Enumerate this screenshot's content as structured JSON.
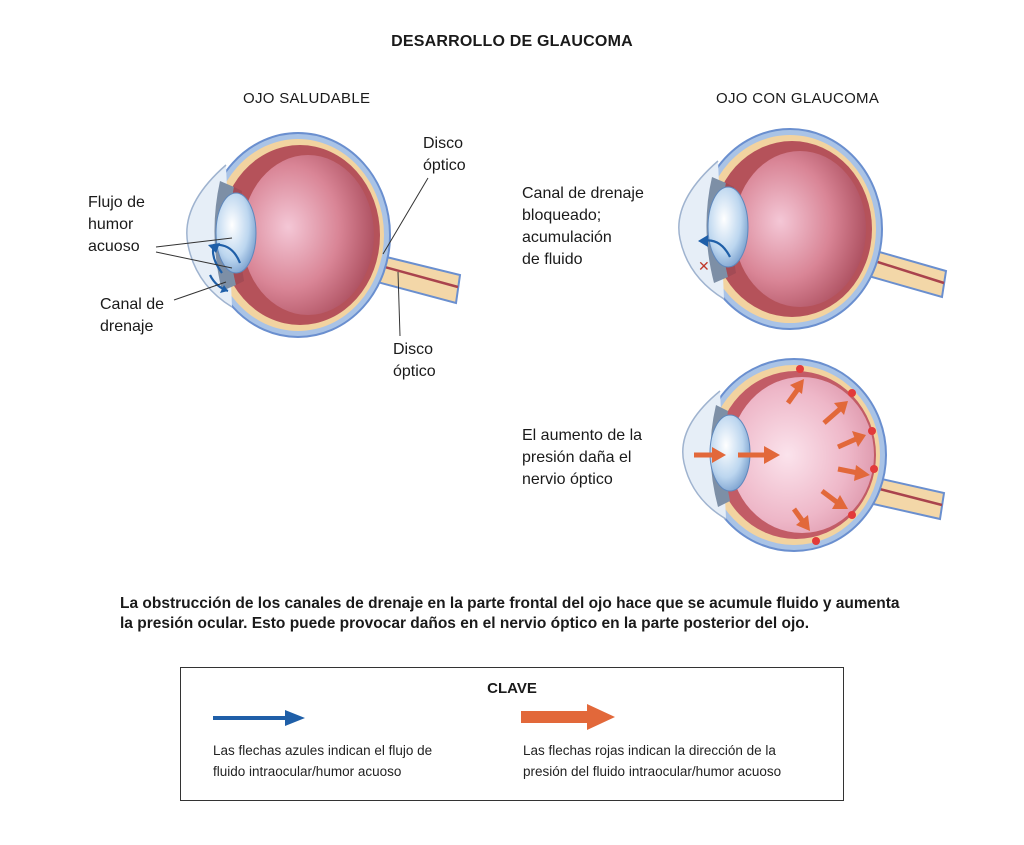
{
  "title": "DESARROLLO DE GLAUCOMA",
  "healthy": {
    "heading": "OJO SALUDABLE",
    "label_flow": [
      "Flujo de",
      "humor",
      "acuoso"
    ],
    "label_drain": [
      "Canal de",
      "drenaje"
    ],
    "label_disc_top": [
      "Disco",
      "óptico"
    ],
    "label_disc_bottom": [
      "Disco",
      "óptico"
    ]
  },
  "glaucoma": {
    "heading": "OJO CON GLAUCOMA",
    "label_blocked": [
      "Canal de drenaje",
      "bloqueado;",
      "acumulación",
      "de fluido"
    ],
    "label_pressure": [
      "El aumento de la",
      "presión daña el",
      "nervio óptico"
    ]
  },
  "caption": "La obstrucción de los canales de drenaje en la parte frontal del ojo hace que se acumule fluido y aumenta la presión ocular. Esto puede provocar daños en el nervio óptico en la parte posterior del ojo.",
  "key": {
    "title": "CLAVE",
    "blue_text": [
      "Las flechas azules indican el flujo de",
      "fluido intraocular/humor acuoso"
    ],
    "red_text": [
      "Las flechas rojas indican la dirección de la",
      "presión del fluido intraocular/humor acuoso"
    ]
  },
  "colors": {
    "blue_arrow": "#1f5fa8",
    "red_arrow": "#e2683a",
    "sclera_outer": "#a9c3e6",
    "choroid": "#b5525a",
    "vitreous": "#c9707e",
    "nerve": "#f3d7a8"
  }
}
